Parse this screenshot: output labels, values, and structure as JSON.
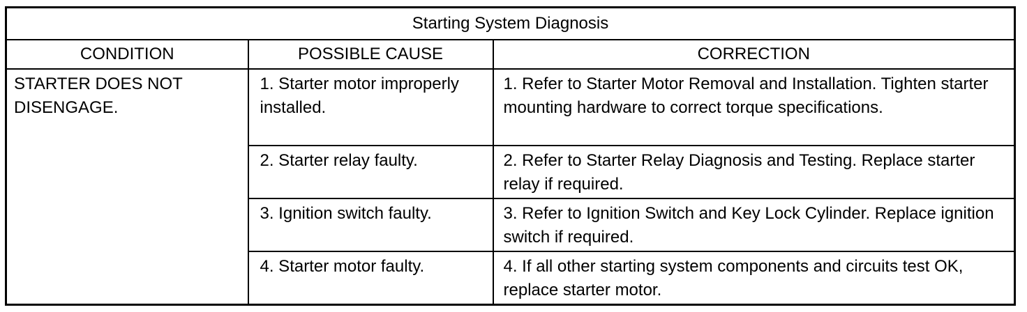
{
  "table": {
    "title": "Starting System Diagnosis",
    "headers": {
      "condition": "CONDITION",
      "possible_cause": "POSSIBLE CAUSE",
      "correction": "CORRECTION"
    },
    "condition": "STARTER DOES NOT DISENGAGE.",
    "rows": [
      {
        "cause": "1. Starter motor improperly installed.",
        "correction": "1. Refer to Starter Motor Removal and Installation. Tighten starter mounting hardware to correct torque specifications."
      },
      {
        "cause": "2. Starter relay faulty.",
        "correction": "2. Refer to Starter Relay Diagnosis and Testing. Replace starter relay if required."
      },
      {
        "cause": "3. Ignition switch faulty.",
        "correction": "3. Refer to Ignition Switch and Key Lock Cylinder. Replace ignition switch if required."
      },
      {
        "cause": "4. Starter motor faulty.",
        "correction": "4. If all other starting system components and circuits test OK, replace starter motor."
      }
    ]
  }
}
